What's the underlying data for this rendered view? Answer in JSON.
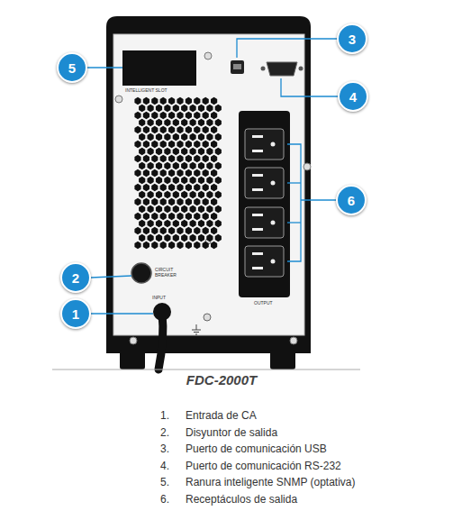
{
  "diagram": {
    "caption": "FDC-2000T",
    "nodes": [
      {
        "text": [
          "3"
        ]
      },
      {
        "text": [
          "5"
        ]
      },
      {
        "text": [
          "4"
        ]
      },
      {
        "text": [
          "6"
        ]
      },
      {
        "text": [
          "2"
        ]
      },
      {
        "text": [
          "1"
        ]
      }
    ],
    "edges": [],
    "labels": [
      "INTELLIGENT SLOT",
      "CIRCUIT BREAKER",
      "INPUT",
      "OUTPUT",
      "1.",
      "Entrada de CA",
      "2.",
      "Disyuntor de salida",
      "3.",
      "Puerto de comunicación USB",
      "4.",
      "Puerto de comunicación RS-232",
      "5.",
      "Ranura inteligente SNMP (optativa)",
      "6.",
      "Receptáculos de salida"
    ]
  }
}
